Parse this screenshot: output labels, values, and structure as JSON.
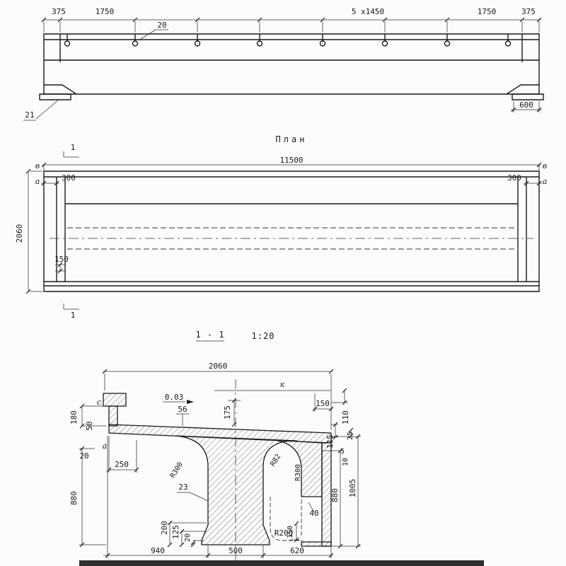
{
  "elevation": {
    "dims": {
      "left_375": "375",
      "left_1750": "1750",
      "mid": "5 x1450",
      "right_1750": "1750",
      "right_375": "375"
    },
    "callout_20": "20",
    "callout_21": "21",
    "dim_600": "600"
  },
  "plan": {
    "title": "План",
    "section_mark_top": "1",
    "section_mark_bottom": "1",
    "dim_length": "11500",
    "dim_300_left": "300",
    "dim_300_right": "300",
    "dim_width": "2060",
    "dim_150": "150",
    "corner_letters": {
      "top_left": "в",
      "bottom_left": "а",
      "top_right": "в",
      "bottom_right": "а"
    }
  },
  "section": {
    "title": "1 - 1",
    "scale": "1:20",
    "dim_width_top": "2060",
    "slope": "0.03",
    "dims": {
      "d56": "56",
      "d175": "175",
      "d150_top": "150",
      "d110": "110",
      "d115": "115",
      "d25": "25",
      "d5": "5",
      "d10": "10",
      "d1005": "1005",
      "d880_right": "880",
      "d40": "40",
      "d23": "23",
      "d250": "250",
      "d20_left": "20",
      "d180": "180",
      "d50": "50",
      "d880_left": "880",
      "d200": "200",
      "d125": "125",
      "d20_bottom": "20",
      "d150_bottom": "150",
      "d940": "940",
      "d500": "500",
      "d620": "620"
    },
    "radii": {
      "r300_left": "R300",
      "r82": "R82",
      "r300_right": "R300",
      "r200": "R200"
    },
    "letters": {
      "c": "с",
      "k": "к",
      "a": "а"
    }
  }
}
